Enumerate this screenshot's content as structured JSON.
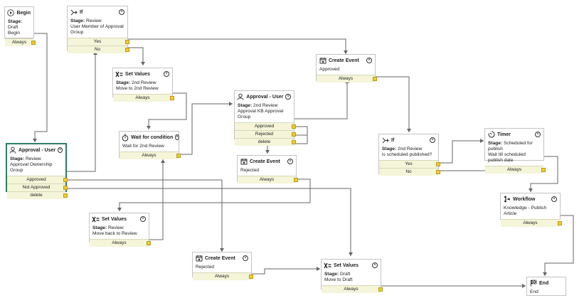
{
  "nodes": {
    "begin": {
      "title": "Begin",
      "stage_label": "Stage:",
      "stage": "Draft",
      "line2": "Begin",
      "outs": [
        "Always"
      ]
    },
    "if1": {
      "title": "If",
      "stage_label": "Stage:",
      "stage": "Review",
      "line2": "User Member of Approval",
      "line3": "Group",
      "outs": [
        "Yes",
        "No"
      ]
    },
    "setvalues1": {
      "title": "Set Values",
      "stage_label": "Stage:",
      "stage": "2nd Review",
      "line2": "Move to 2nd Review",
      "outs": [
        "Always"
      ]
    },
    "wait": {
      "title": "Wait for condition",
      "line2": "Wait for 2nd Review",
      "outs": [
        "Always"
      ]
    },
    "approval2": {
      "title": "Approval - User",
      "stage_label": "Stage:",
      "stage": "2nd Review",
      "line2": "Approval KB Approval Group",
      "outs": [
        "Approved",
        "Rejected",
        "delete"
      ]
    },
    "createevent1": {
      "title": "Create Event",
      "line2": "Approved",
      "outs": [
        "Always"
      ]
    },
    "createevent2": {
      "title": "Create Event",
      "line2": "Rejected",
      "outs": [
        "Always"
      ]
    },
    "if2": {
      "title": "If",
      "stage_label": "Stage:",
      "stage": "2nd Review",
      "line2": "is scheduled published?",
      "outs": [
        "Yes",
        "No"
      ]
    },
    "timer": {
      "title": "Timer",
      "stage_label": "Stage:",
      "stage": "Scheduled for publish",
      "line2": "Wait till scheduled publish date",
      "outs": [
        "Always"
      ]
    },
    "workflow": {
      "title": "Workflow",
      "line2": "Knowledge - Publish Article",
      "outs": [
        "Always"
      ]
    },
    "approval1": {
      "title": "Approval - User",
      "stage_label": "Stage:",
      "stage": "Review",
      "line2": "Approval Ownership Group",
      "outs": [
        "Approved",
        "Not Approved",
        "delete"
      ]
    },
    "setvalues2": {
      "title": "Set Values",
      "stage_label": "Stage:",
      "stage": "Review",
      "line2": "Move back to Review",
      "outs": [
        "Always"
      ]
    },
    "createevent3": {
      "title": "Create Event",
      "line2": "Rejected",
      "outs": [
        "Always"
      ]
    },
    "setvalues3": {
      "title": "Set Values",
      "stage_label": "Stage:",
      "stage": "Draft",
      "line2": "Move to Draft",
      "outs": [
        "Always"
      ]
    },
    "end": {
      "title": "End",
      "line2": "End"
    }
  },
  "colors": {
    "wire": "#666666",
    "port": "#f2cc2b",
    "out_bg": "#f4f5d9",
    "selected": "#2d7d6a"
  }
}
